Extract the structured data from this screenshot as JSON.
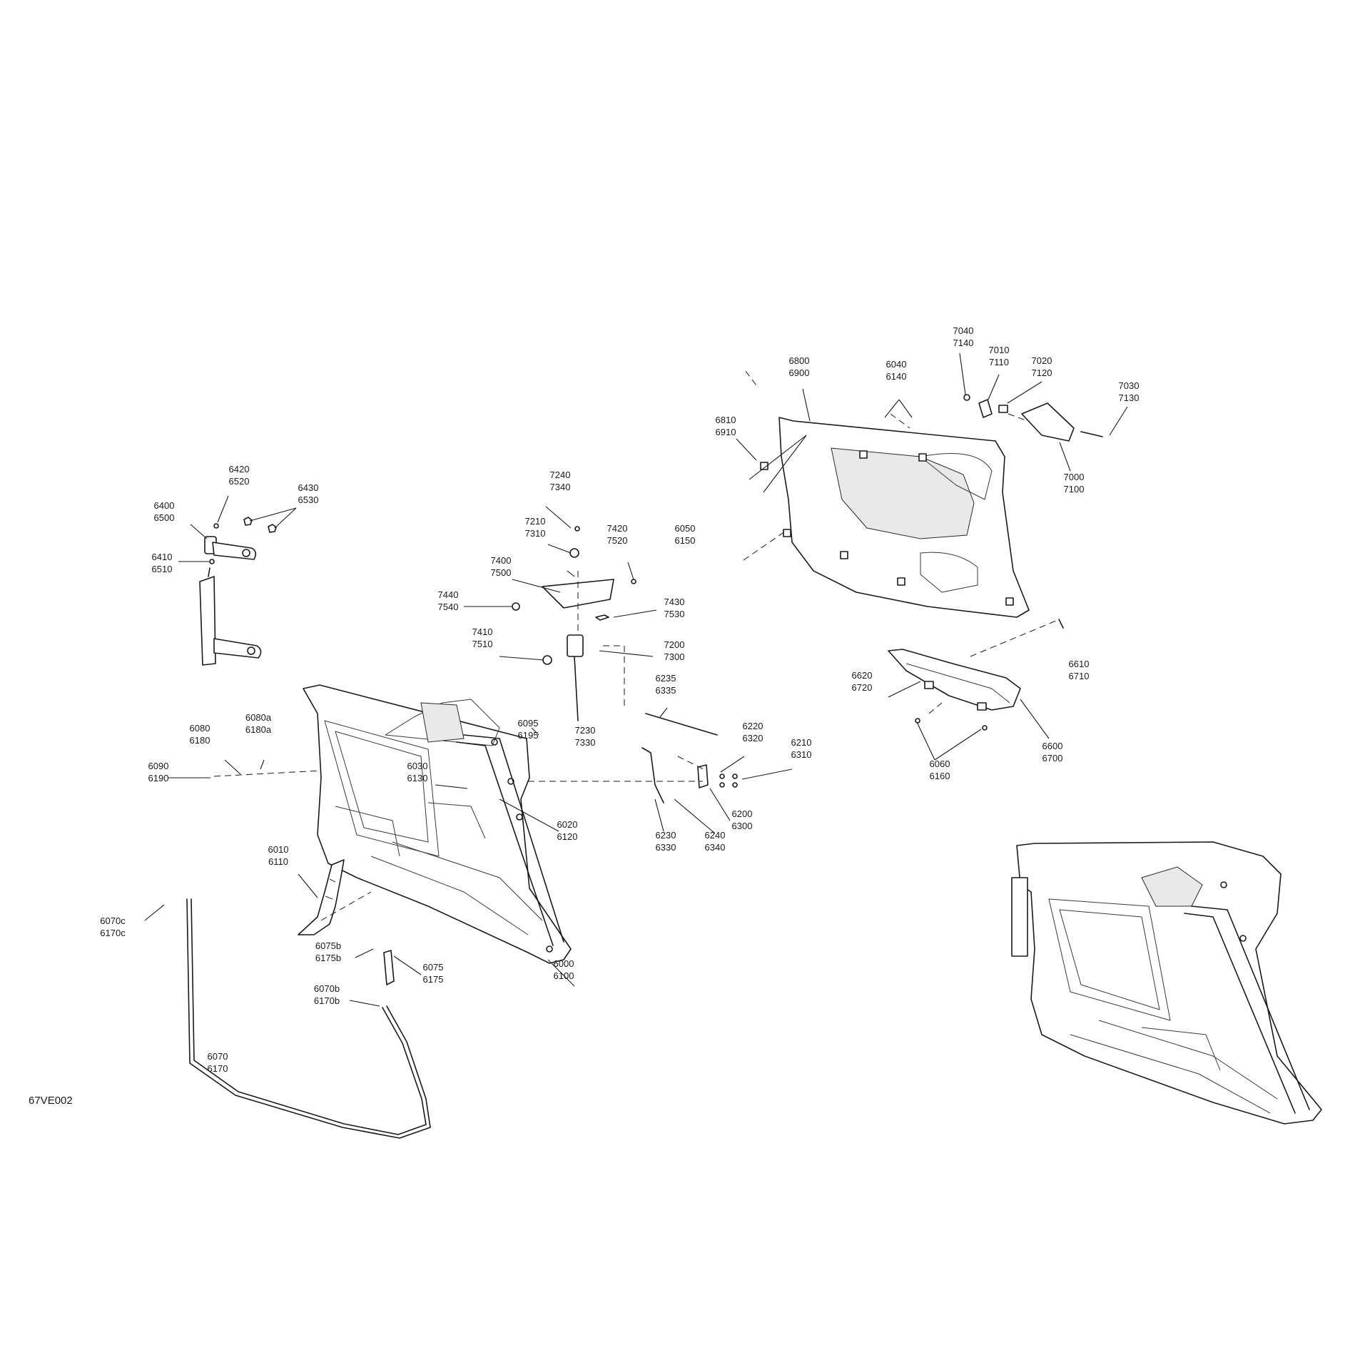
{
  "figure_code": "67VE002",
  "callouts": [
    {
      "id": "6000",
      "lines": [
        "6000",
        "6100"
      ]
    },
    {
      "id": "6010",
      "lines": [
        "6010",
        "6110"
      ]
    },
    {
      "id": "6020",
      "lines": [
        "6020",
        "6120"
      ]
    },
    {
      "id": "6030",
      "lines": [
        "6030",
        "6130"
      ]
    },
    {
      "id": "6040",
      "lines": [
        "6040",
        "6140"
      ]
    },
    {
      "id": "6050",
      "lines": [
        "6050",
        "6150"
      ]
    },
    {
      "id": "6060",
      "lines": [
        "6060",
        "6160"
      ]
    },
    {
      "id": "6070",
      "lines": [
        "6070",
        "6170"
      ]
    },
    {
      "id": "6070b",
      "lines": [
        "6070b",
        "6170b"
      ]
    },
    {
      "id": "6070c",
      "lines": [
        "6070c",
        "6170c"
      ]
    },
    {
      "id": "6075",
      "lines": [
        "6075",
        "6175"
      ]
    },
    {
      "id": "6075b",
      "lines": [
        "6075b",
        "6175b"
      ]
    },
    {
      "id": "6080",
      "lines": [
        "6080",
        "6180"
      ]
    },
    {
      "id": "6080a",
      "lines": [
        "6080a",
        "6180a"
      ]
    },
    {
      "id": "6090",
      "lines": [
        "6090",
        "6190"
      ]
    },
    {
      "id": "6095",
      "lines": [
        "6095",
        "6195"
      ]
    },
    {
      "id": "6200",
      "lines": [
        "6200",
        "6300"
      ]
    },
    {
      "id": "6210",
      "lines": [
        "6210",
        "6310"
      ]
    },
    {
      "id": "6220",
      "lines": [
        "6220",
        "6320"
      ]
    },
    {
      "id": "6230",
      "lines": [
        "6230",
        "6330"
      ]
    },
    {
      "id": "6235",
      "lines": [
        "6235",
        "6335"
      ]
    },
    {
      "id": "6240",
      "lines": [
        "6240",
        "6340"
      ]
    },
    {
      "id": "6400",
      "lines": [
        "6400",
        "6500"
      ]
    },
    {
      "id": "6410",
      "lines": [
        "6410",
        "6510"
      ]
    },
    {
      "id": "6420",
      "lines": [
        "6420",
        "6520"
      ]
    },
    {
      "id": "6430",
      "lines": [
        "6430",
        "6530"
      ]
    },
    {
      "id": "6600",
      "lines": [
        "6600",
        "6700"
      ]
    },
    {
      "id": "6610",
      "lines": [
        "6610",
        "6710"
      ]
    },
    {
      "id": "6620",
      "lines": [
        "6620",
        "6720"
      ]
    },
    {
      "id": "6800",
      "lines": [
        "6800",
        "6900"
      ]
    },
    {
      "id": "6810",
      "lines": [
        "6810",
        "6910"
      ]
    },
    {
      "id": "7000",
      "lines": [
        "7000",
        "7100"
      ]
    },
    {
      "id": "7010",
      "lines": [
        "7010",
        "7110"
      ]
    },
    {
      "id": "7020",
      "lines": [
        "7020",
        "7120"
      ]
    },
    {
      "id": "7030",
      "lines": [
        "7030",
        "7130"
      ]
    },
    {
      "id": "7040",
      "lines": [
        "7040",
        "7140"
      ]
    },
    {
      "id": "7200",
      "lines": [
        "7200",
        "7300"
      ]
    },
    {
      "id": "7210",
      "lines": [
        "7210",
        "7310"
      ]
    },
    {
      "id": "7230",
      "lines": [
        "7230",
        "7330"
      ]
    },
    {
      "id": "7240",
      "lines": [
        "7240",
        "7340"
      ]
    },
    {
      "id": "7400",
      "lines": [
        "7400",
        "7500"
      ]
    },
    {
      "id": "7410",
      "lines": [
        "7410",
        "7510"
      ]
    },
    {
      "id": "7420",
      "lines": [
        "7420",
        "7520"
      ]
    },
    {
      "id": "7430",
      "lines": [
        "7430",
        "7530"
      ]
    },
    {
      "id": "7440",
      "lines": [
        "7440",
        "7540"
      ]
    }
  ]
}
